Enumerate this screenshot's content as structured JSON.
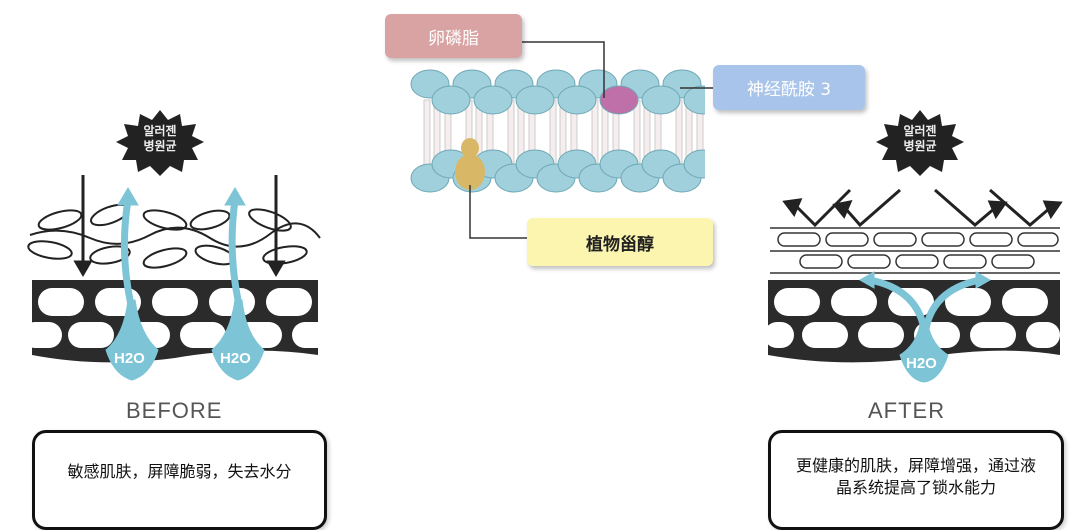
{
  "membrane": {
    "lecithin_label": "卵磷脂",
    "ceramide_label": "神经酰胺 3",
    "phytosterol_label": "植物甾醇",
    "colors": {
      "lecithin_box": "#d9a3a3",
      "ceramide_box": "#a9c4ea",
      "phytosterol_box": "#fbf5b0",
      "head": "#9fd0dc",
      "lecithin_head": "#c070a8",
      "sterol": "#d8b866"
    }
  },
  "before": {
    "pathogen_text": [
      "알러젠",
      "병원균"
    ],
    "water_label": "H2O",
    "caption": "BEFORE",
    "description": "敏感肌肤，屏障脆弱，失去水分"
  },
  "after": {
    "pathogen_text": [
      "알러젠",
      "병원균"
    ],
    "water_label": "H2O",
    "caption": "AFTER",
    "description": "更健康的肌肤，屏障增强，通过液晶系统提高了锁水能力"
  },
  "colors": {
    "water": "#7cc4d6",
    "skin": "#2b2b2b"
  }
}
